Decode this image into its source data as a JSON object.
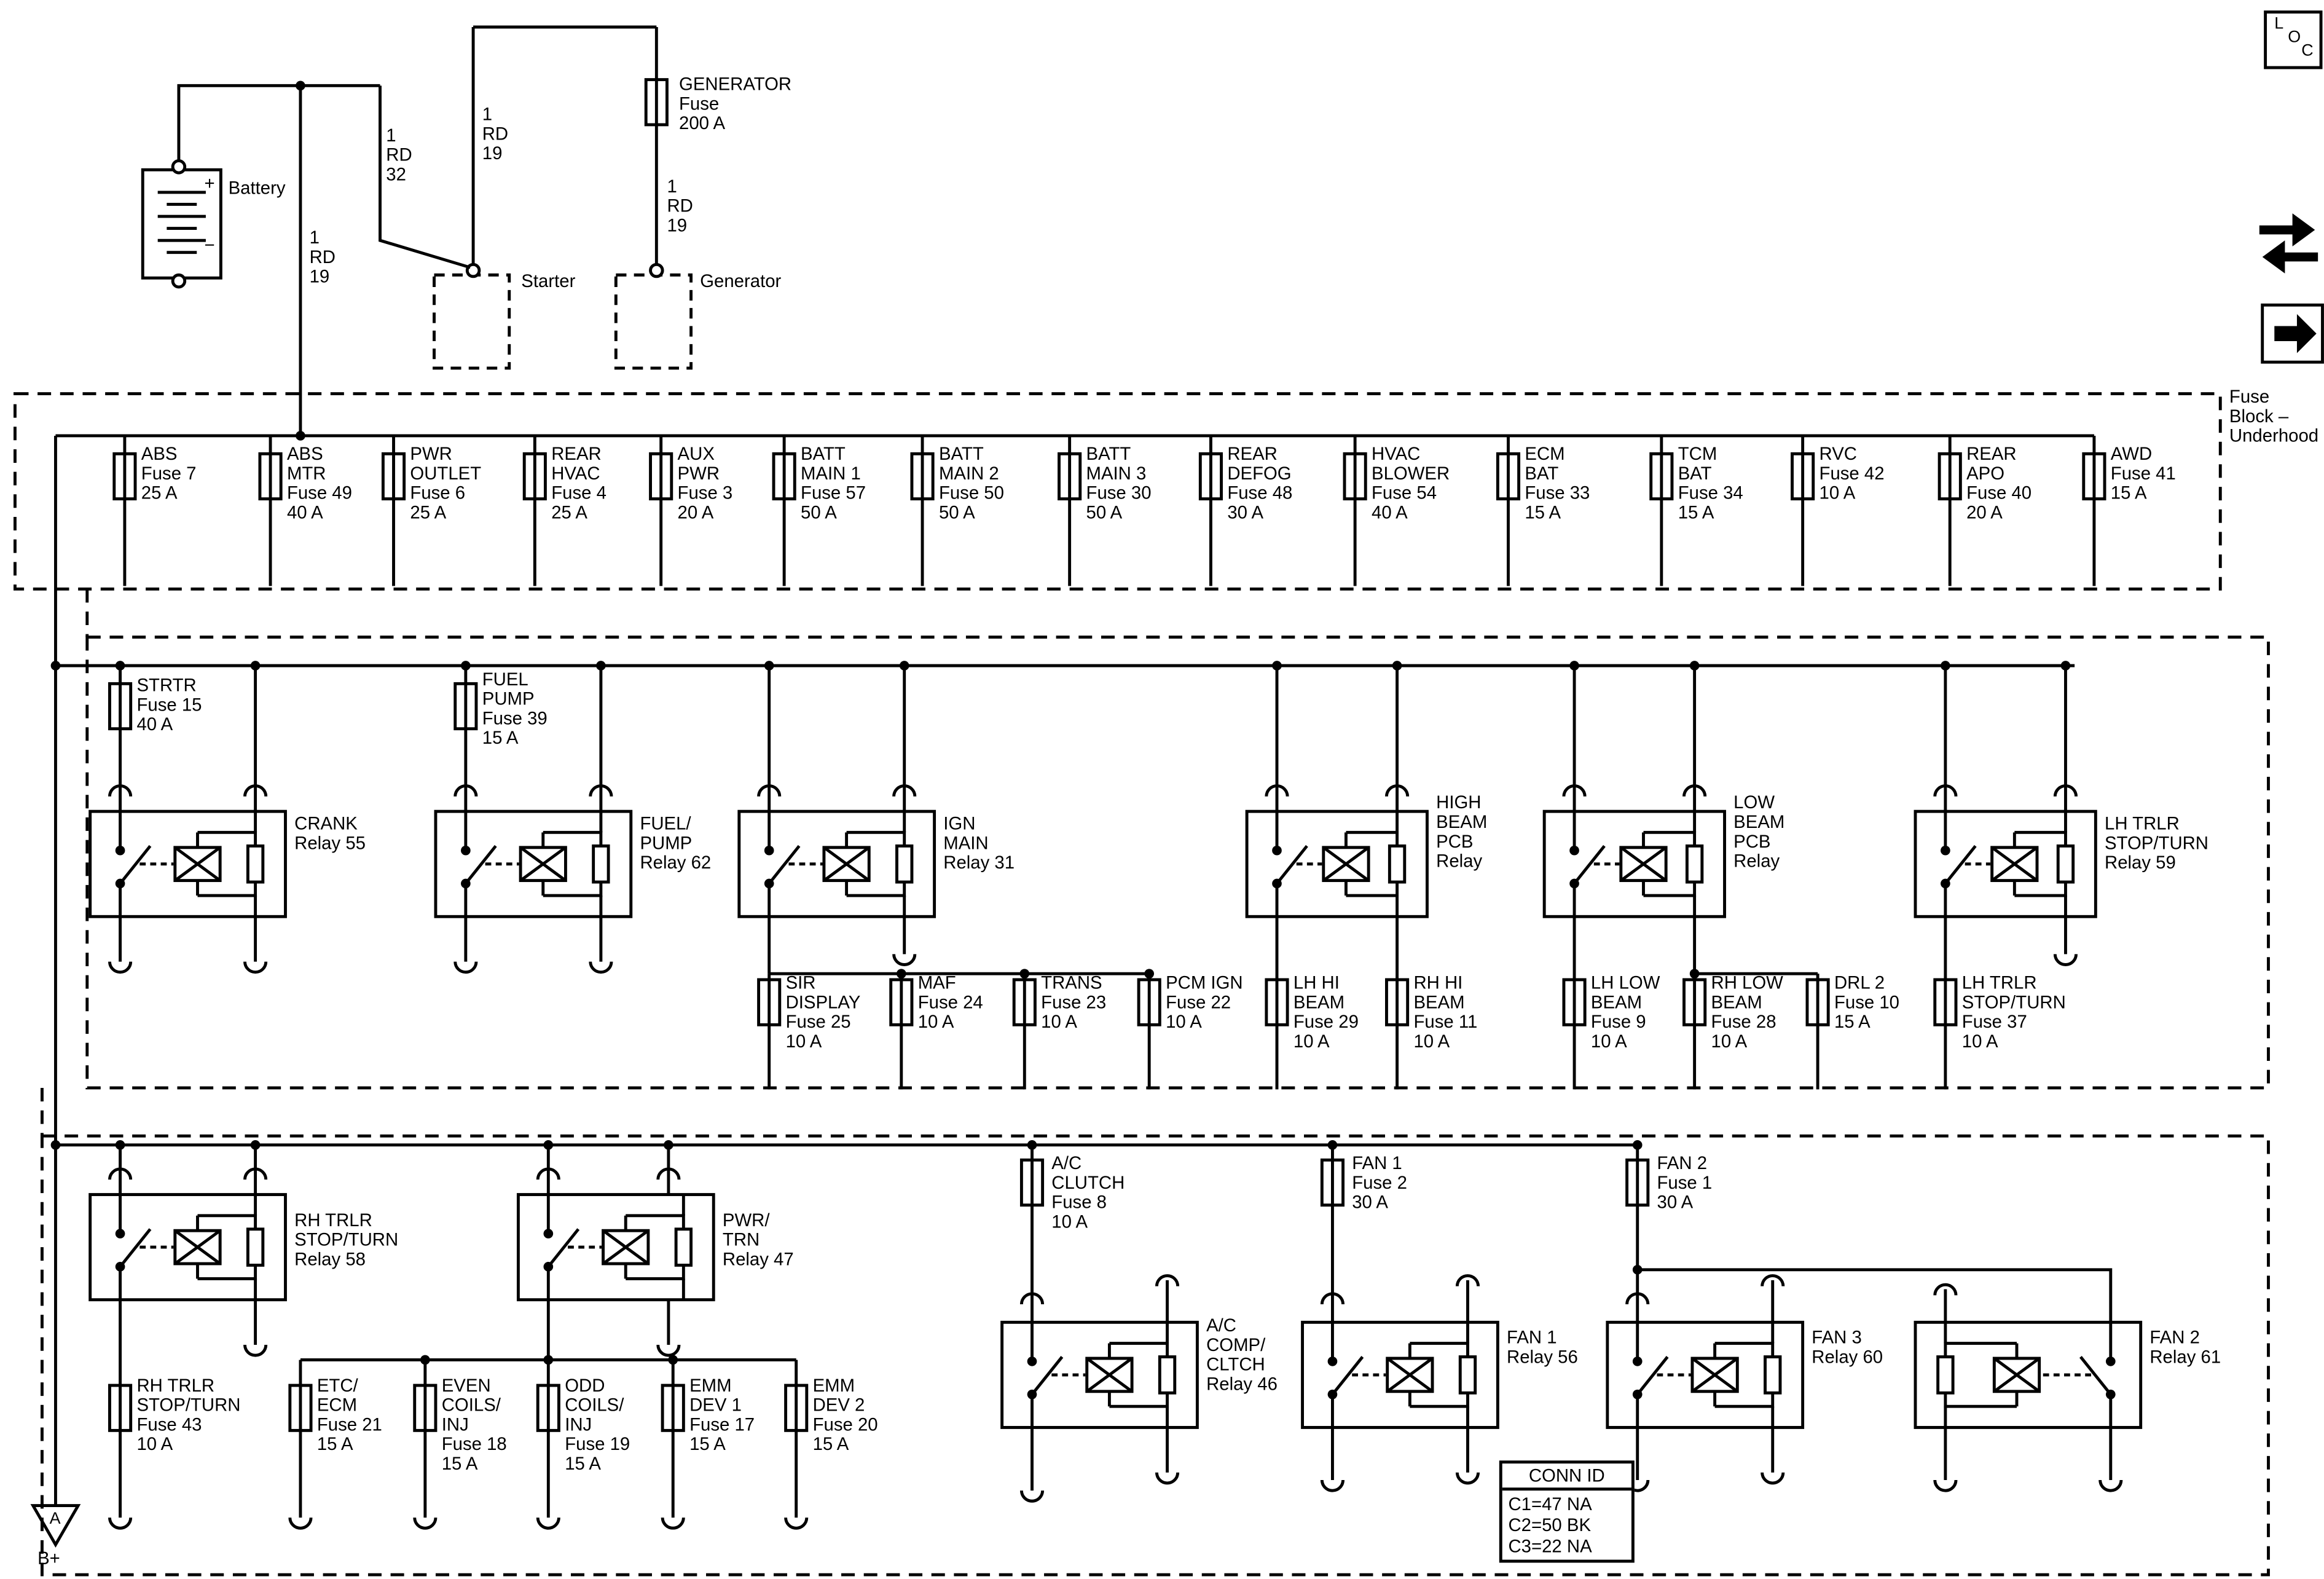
{
  "page": {
    "background": "#ffffff",
    "ink": "#000000"
  },
  "corner": {
    "loc": {
      "l": "L",
      "o": "O",
      "c": "C"
    }
  },
  "top_area": {
    "battery": {
      "label": "Battery",
      "plus": "+",
      "minus": "−"
    },
    "starter_label": "Starter",
    "generator_label": "Generator",
    "generator_fuse": {
      "name": "generator",
      "lines": [
        "GENERATOR",
        "Fuse",
        "200 A"
      ]
    },
    "wires": {
      "battery_to_starter": {
        "lines": [
          "1",
          "RD",
          "32"
        ]
      },
      "starter_feed": {
        "lines": [
          "1",
          "RD",
          "19"
        ]
      },
      "generator_feed": {
        "lines": [
          "1",
          "RD",
          "19"
        ]
      },
      "battery_to_block": {
        "lines": [
          "1",
          "RD",
          "19"
        ]
      }
    }
  },
  "fuse_block": {
    "label_lines": [
      "Fuse",
      "Block –",
      "Underhood"
    ],
    "top_row": [
      {
        "name": "abs",
        "lines": [
          "ABS",
          "Fuse 7",
          "25 A"
        ]
      },
      {
        "name": "abs-mtr",
        "lines": [
          "ABS",
          "MTR",
          "Fuse 49",
          "40 A"
        ]
      },
      {
        "name": "pwr-outlet",
        "lines": [
          "PWR",
          "OUTLET",
          "Fuse 6",
          "25 A"
        ]
      },
      {
        "name": "rear-hvac",
        "lines": [
          "REAR",
          "HVAC",
          "Fuse 4",
          "25 A"
        ]
      },
      {
        "name": "aux-pwr",
        "lines": [
          "AUX",
          "PWR",
          "Fuse 3",
          "20 A"
        ]
      },
      {
        "name": "batt-main-1",
        "lines": [
          "BATT",
          "MAIN 1",
          "Fuse 57",
          "50 A"
        ]
      },
      {
        "name": "batt-main-2",
        "lines": [
          "BATT",
          "MAIN 2",
          "Fuse 50",
          "50 A"
        ]
      },
      {
        "name": "batt-main-3",
        "lines": [
          "BATT",
          "MAIN 3",
          "Fuse 30",
          "50 A"
        ]
      },
      {
        "name": "rear-defog",
        "lines": [
          "REAR",
          "DEFOG",
          "Fuse 48",
          "30 A"
        ]
      },
      {
        "name": "hvac-blower",
        "lines": [
          "HVAC",
          "BLOWER",
          "Fuse 54",
          "40 A"
        ]
      },
      {
        "name": "ecm-bat",
        "lines": [
          "ECM",
          "BAT",
          "Fuse 33",
          "15 A"
        ]
      },
      {
        "name": "tcm-bat",
        "lines": [
          "TCM",
          "BAT",
          "Fuse 34",
          "15 A"
        ]
      },
      {
        "name": "rvc",
        "lines": [
          "RVC",
          "Fuse 42",
          "10 A"
        ]
      },
      {
        "name": "rear-apo",
        "lines": [
          "REAR",
          "APO",
          "Fuse 40",
          "20 A"
        ]
      },
      {
        "name": "awd",
        "lines": [
          "AWD",
          "Fuse 41",
          "15 A"
        ]
      }
    ],
    "mid_fuses": [
      {
        "name": "strtr",
        "lines": [
          "STRTR",
          "Fuse 15",
          "40 A"
        ]
      },
      {
        "name": "fuel-pump",
        "lines": [
          "FUEL",
          "PUMP",
          "Fuse 39",
          "15 A"
        ]
      }
    ],
    "mid_relays": [
      {
        "name": "crank",
        "lines": [
          "CRANK",
          "Relay 55"
        ]
      },
      {
        "name": "fuel-pump",
        "lines": [
          "FUEL/",
          "PUMP",
          "Relay 62"
        ]
      },
      {
        "name": "ign-main",
        "lines": [
          "IGN",
          "MAIN",
          "Relay 31"
        ]
      },
      {
        "name": "high-beam-pcb",
        "lines": [
          "HIGH",
          "BEAM",
          "PCB",
          "Relay"
        ]
      },
      {
        "name": "low-beam-pcb",
        "lines": [
          "LOW",
          "BEAM",
          "PCB",
          "Relay"
        ]
      },
      {
        "name": "lh-trlr-stop-turn",
        "lines": [
          "LH TRLR",
          "STOP/TURN",
          "Relay 59"
        ]
      }
    ],
    "second_row": [
      {
        "name": "sir-display",
        "lines": [
          "SIR",
          "DISPLAY",
          "Fuse 25",
          "10 A"
        ]
      },
      {
        "name": "maf",
        "lines": [
          "MAF",
          "Fuse 24",
          "10 A"
        ]
      },
      {
        "name": "trans",
        "lines": [
          "TRANS",
          "Fuse 23",
          "10 A"
        ]
      },
      {
        "name": "pcm-ign",
        "lines": [
          "PCM IGN",
          "Fuse 22",
          "10 A"
        ]
      },
      {
        "name": "lh-hi-beam",
        "lines": [
          "LH HI",
          "BEAM",
          "Fuse 29",
          "10 A"
        ]
      },
      {
        "name": "rh-hi-beam",
        "lines": [
          "RH HI",
          "BEAM",
          "Fuse 11",
          "10 A"
        ]
      },
      {
        "name": "lh-low-beam",
        "lines": [
          "LH LOW",
          "BEAM",
          "Fuse 9",
          "10 A"
        ]
      },
      {
        "name": "rh-low-beam",
        "lines": [
          "RH LOW",
          "BEAM",
          "Fuse 28",
          "10 A"
        ]
      },
      {
        "name": "drl-2",
        "lines": [
          "DRL 2",
          "Fuse 10",
          "15 A"
        ]
      },
      {
        "name": "lh-trlr-stop-turn",
        "lines": [
          "LH TRLR",
          "STOP/TURN",
          "Fuse 37",
          "10 A"
        ]
      }
    ],
    "feed_fuses": [
      {
        "name": "ac-clutch",
        "lines": [
          "A/C",
          "CLUTCH",
          "Fuse 8",
          "10 A"
        ]
      },
      {
        "name": "fan-1",
        "lines": [
          "FAN 1",
          "Fuse 2",
          "30 A"
        ]
      },
      {
        "name": "fan-2",
        "lines": [
          "FAN 2",
          "Fuse 1",
          "30 A"
        ]
      }
    ],
    "bottom_relays": [
      {
        "name": "rh-trlr-stop-turn",
        "lines": [
          "RH TRLR",
          "STOP/TURN",
          "Relay 58"
        ]
      },
      {
        "name": "pwr-trn",
        "lines": [
          "PWR/",
          "TRN",
          "Relay 47"
        ]
      },
      {
        "name": "ac-comp-cltch",
        "lines": [
          "A/C",
          "COMP/",
          "CLTCH",
          "Relay 46"
        ]
      },
      {
        "name": "fan-1",
        "lines": [
          "FAN 1",
          "Relay 56"
        ]
      },
      {
        "name": "fan-3",
        "lines": [
          "FAN 3",
          "Relay 60"
        ]
      },
      {
        "name": "fan-2",
        "lines": [
          "FAN 2",
          "Relay 61"
        ]
      }
    ],
    "bottom_row": [
      {
        "name": "rh-trlr-stop-turn",
        "lines": [
          "RH TRLR",
          "STOP/TURN",
          "Fuse 43",
          "10 A"
        ]
      },
      {
        "name": "etc-ecm",
        "lines": [
          "ETC/",
          "ECM",
          "Fuse 21",
          "15 A"
        ]
      },
      {
        "name": "even-coils-inj",
        "lines": [
          "EVEN",
          "COILS/",
          "INJ",
          "Fuse 18",
          "15 A"
        ]
      },
      {
        "name": "odd-coils-inj",
        "lines": [
          "ODD",
          "COILS/",
          "INJ",
          "Fuse 19",
          "15 A"
        ]
      },
      {
        "name": "emm-dev-1",
        "lines": [
          "EMM",
          "DEV 1",
          "Fuse 17",
          "15 A"
        ]
      },
      {
        "name": "emm-dev-2",
        "lines": [
          "EMM",
          "DEV 2",
          "Fuse 20",
          "15 A"
        ]
      }
    ]
  },
  "conn_id": {
    "title": "CONN ID",
    "rows": [
      "C1=47 NA",
      "C2=50 BK",
      "C3=22 NA"
    ]
  },
  "ground": {
    "letter": "A",
    "label": "B+"
  }
}
